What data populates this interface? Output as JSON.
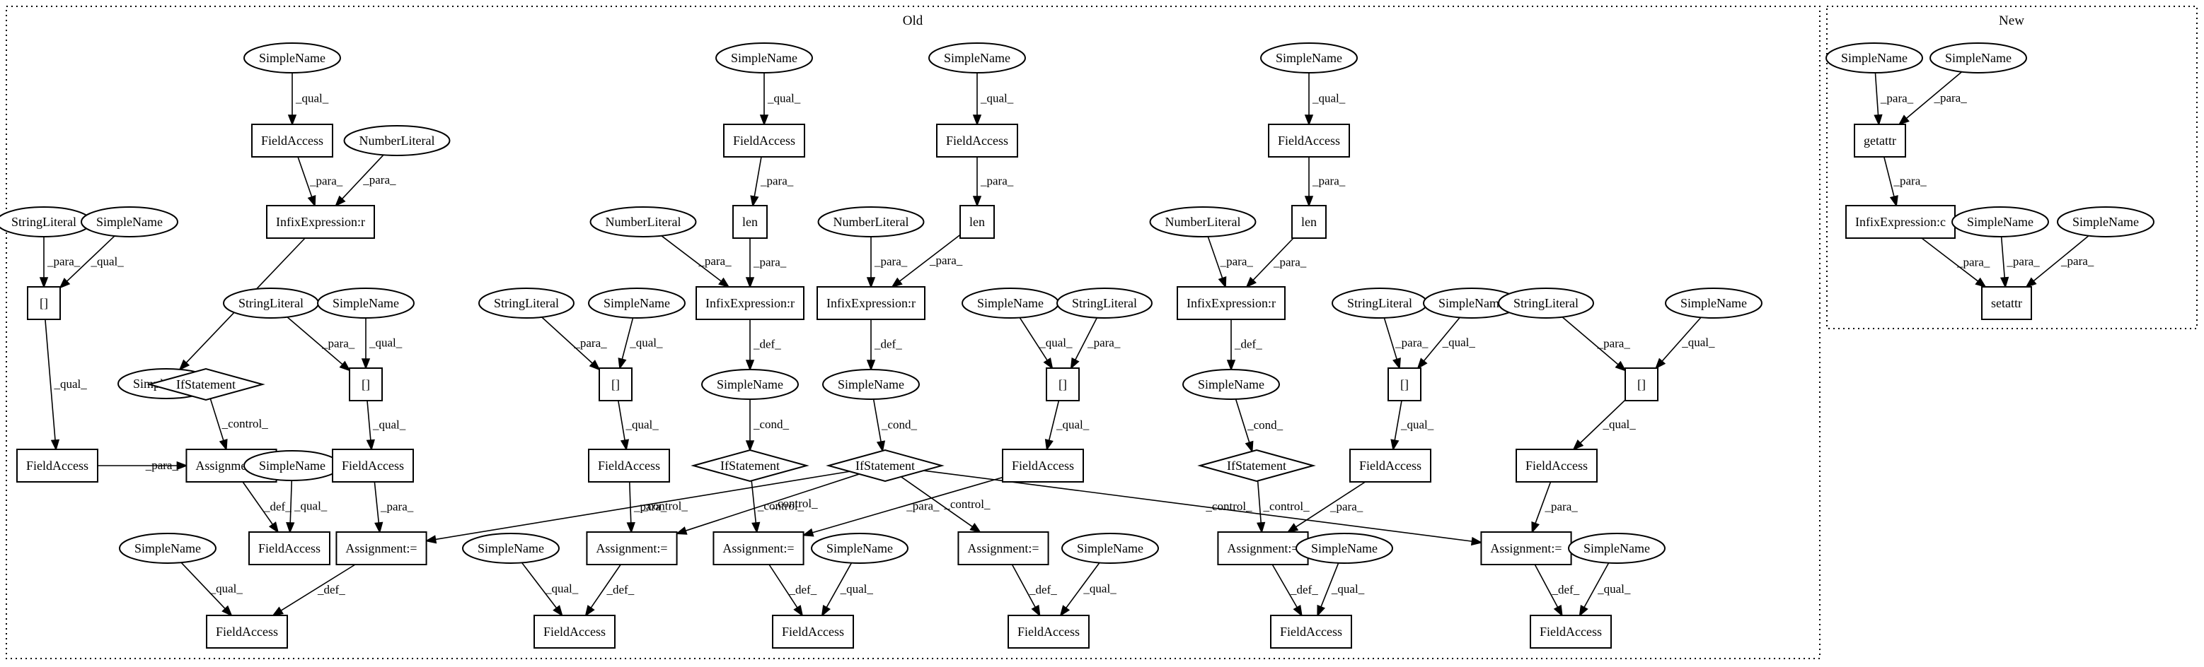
{
  "clusters": [
    {
      "id": "old",
      "title": "Old"
    },
    {
      "id": "new",
      "title": "New"
    }
  ],
  "nodes": [
    {
      "id": "o_sn1",
      "label": "SimpleName",
      "shape": "ellipse"
    },
    {
      "id": "o_fa1",
      "label": "FieldAccess",
      "shape": "box"
    },
    {
      "id": "o_nl1",
      "label": "NumberLiteral",
      "shape": "ellipse"
    },
    {
      "id": "o_ie1",
      "label": "InfixExpression:r",
      "shape": "box"
    },
    {
      "id": "o_sl1",
      "label": "StringLiteral",
      "shape": "ellipse"
    },
    {
      "id": "o_sn2",
      "label": "SimpleName",
      "shape": "ellipse"
    },
    {
      "id": "o_br1",
      "label": "[]",
      "shape": "box"
    },
    {
      "id": "o_sn3",
      "label": "SimpleName",
      "shape": "ellipse"
    },
    {
      "id": "o_if1",
      "label": "IfStatement",
      "shape": "diamond"
    },
    {
      "id": "o_fa2",
      "label": "FieldAccess",
      "shape": "box"
    },
    {
      "id": "o_as1",
      "label": "Assignment:=",
      "shape": "box"
    },
    {
      "id": "o_sn4",
      "label": "SimpleName",
      "shape": "ellipse"
    },
    {
      "id": "o_fa3",
      "label": "FieldAccess",
      "shape": "box"
    },
    {
      "id": "o_sl2",
      "label": "StringLiteral",
      "shape": "ellipse"
    },
    {
      "id": "o_sn5",
      "label": "SimpleName",
      "shape": "ellipse"
    },
    {
      "id": "o_br2",
      "label": "[]",
      "shape": "box"
    },
    {
      "id": "o_fa4",
      "label": "FieldAccess",
      "shape": "box"
    },
    {
      "id": "o_as2",
      "label": "Assignment:=",
      "shape": "box"
    },
    {
      "id": "o_sn6",
      "label": "SimpleName",
      "shape": "ellipse"
    },
    {
      "id": "o_fa5",
      "label": "FieldAccess",
      "shape": "box"
    },
    {
      "id": "o_sn7",
      "label": "SimpleName",
      "shape": "ellipse"
    },
    {
      "id": "o_fa6",
      "label": "FieldAccess",
      "shape": "box"
    },
    {
      "id": "o_len1",
      "label": "len",
      "shape": "box"
    },
    {
      "id": "o_nl2",
      "label": "NumberLiteral",
      "shape": "ellipse"
    },
    {
      "id": "o_ie2",
      "label": "InfixExpression:r",
      "shape": "box"
    },
    {
      "id": "o_sl3",
      "label": "StringLiteral",
      "shape": "ellipse"
    },
    {
      "id": "o_sn8",
      "label": "SimpleName",
      "shape": "ellipse"
    },
    {
      "id": "o_br3",
      "label": "[]",
      "shape": "box"
    },
    {
      "id": "o_sn9",
      "label": "SimpleName",
      "shape": "ellipse"
    },
    {
      "id": "o_if2",
      "label": "IfStatement",
      "shape": "diamond"
    },
    {
      "id": "o_fa7",
      "label": "FieldAccess",
      "shape": "box"
    },
    {
      "id": "o_as3",
      "label": "Assignment:=",
      "shape": "box"
    },
    {
      "id": "o_sn10",
      "label": "SimpleName",
      "shape": "ellipse"
    },
    {
      "id": "o_fa8",
      "label": "FieldAccess",
      "shape": "box"
    },
    {
      "id": "o_sn11",
      "label": "SimpleName",
      "shape": "ellipse"
    },
    {
      "id": "o_fa9",
      "label": "FieldAccess",
      "shape": "box"
    },
    {
      "id": "o_len2",
      "label": "len",
      "shape": "box"
    },
    {
      "id": "o_nl3",
      "label": "NumberLiteral",
      "shape": "ellipse"
    },
    {
      "id": "o_ie3",
      "label": "InfixExpression:r",
      "shape": "box"
    },
    {
      "id": "o_sn12",
      "label": "SimpleName",
      "shape": "ellipse"
    },
    {
      "id": "o_if3",
      "label": "IfStatement",
      "shape": "diamond"
    },
    {
      "id": "o_as4",
      "label": "Assignment:=",
      "shape": "box"
    },
    {
      "id": "o_sn13",
      "label": "SimpleName",
      "shape": "ellipse"
    },
    {
      "id": "o_fa10",
      "label": "FieldAccess",
      "shape": "box"
    },
    {
      "id": "o_as5",
      "label": "Assignment:=",
      "shape": "box"
    },
    {
      "id": "o_sn14",
      "label": "SimpleName",
      "shape": "ellipse"
    },
    {
      "id": "o_fa11",
      "label": "FieldAccess",
      "shape": "box"
    },
    {
      "id": "o_sn15",
      "label": "SimpleName",
      "shape": "ellipse"
    },
    {
      "id": "o_sl4",
      "label": "StringLiteral",
      "shape": "ellipse"
    },
    {
      "id": "o_br4",
      "label": "[]",
      "shape": "box"
    },
    {
      "id": "o_fa12",
      "label": "FieldAccess",
      "shape": "box"
    },
    {
      "id": "o_sn16",
      "label": "SimpleName",
      "shape": "ellipse"
    },
    {
      "id": "o_fa13",
      "label": "FieldAccess",
      "shape": "box"
    },
    {
      "id": "o_len3",
      "label": "len",
      "shape": "box"
    },
    {
      "id": "o_nl4",
      "label": "NumberLiteral",
      "shape": "ellipse"
    },
    {
      "id": "o_ie4",
      "label": "InfixExpression:r",
      "shape": "box"
    },
    {
      "id": "o_sn17",
      "label": "SimpleName",
      "shape": "ellipse"
    },
    {
      "id": "o_if4",
      "label": "IfStatement",
      "shape": "diamond"
    },
    {
      "id": "o_as6",
      "label": "Assignment:=",
      "shape": "box"
    },
    {
      "id": "o_sn18",
      "label": "SimpleName",
      "shape": "ellipse"
    },
    {
      "id": "o_fa14",
      "label": "FieldAccess",
      "shape": "box"
    },
    {
      "id": "o_sl5",
      "label": "StringLiteral",
      "shape": "ellipse"
    },
    {
      "id": "o_sn19",
      "label": "SimpleName",
      "shape": "ellipse"
    },
    {
      "id": "o_br5",
      "label": "[]",
      "shape": "box"
    },
    {
      "id": "o_fa15",
      "label": "FieldAccess",
      "shape": "box"
    },
    {
      "id": "o_sl6",
      "label": "StringLiteral",
      "shape": "ellipse"
    },
    {
      "id": "o_sn20",
      "label": "SimpleName",
      "shape": "ellipse"
    },
    {
      "id": "o_br6",
      "label": "[]",
      "shape": "box"
    },
    {
      "id": "o_fa16",
      "label": "FieldAccess",
      "shape": "box"
    },
    {
      "id": "o_as7",
      "label": "Assignment:=",
      "shape": "box"
    },
    {
      "id": "o_sn21",
      "label": "SimpleName",
      "shape": "ellipse"
    },
    {
      "id": "o_fa17",
      "label": "FieldAccess",
      "shape": "box"
    },
    {
      "id": "n_sn1",
      "label": "SimpleName",
      "shape": "ellipse"
    },
    {
      "id": "n_sn2",
      "label": "SimpleName",
      "shape": "ellipse"
    },
    {
      "id": "n_ga",
      "label": "getattr",
      "shape": "box"
    },
    {
      "id": "n_ie",
      "label": "InfixExpression:c",
      "shape": "box"
    },
    {
      "id": "n_sn3",
      "label": "SimpleName",
      "shape": "ellipse"
    },
    {
      "id": "n_sn4",
      "label": "SimpleName",
      "shape": "ellipse"
    },
    {
      "id": "n_sa",
      "label": "setattr",
      "shape": "box"
    }
  ],
  "edges": [
    {
      "from": "o_sn1",
      "to": "o_fa1",
      "label": "_qual_"
    },
    {
      "from": "o_fa1",
      "to": "o_ie1",
      "label": "_para_"
    },
    {
      "from": "o_nl1",
      "to": "o_ie1",
      "label": "_para_"
    },
    {
      "from": "o_ie1",
      "to": "o_sn3",
      "label": "_def_"
    },
    {
      "from": "o_sl1",
      "to": "o_br1",
      "label": "_para_"
    },
    {
      "from": "o_sn2",
      "to": "o_br1",
      "label": "_qual_"
    },
    {
      "from": "o_br1",
      "to": "o_fa2",
      "label": "_qual_"
    },
    {
      "from": "o_sn3",
      "to": "o_if1",
      "label": "_cond_"
    },
    {
      "from": "o_fa2",
      "to": "o_as1",
      "label": "_para_"
    },
    {
      "from": "o_if1",
      "to": "o_as1",
      "label": "_control_"
    },
    {
      "from": "o_as1",
      "to": "o_fa3",
      "label": "_def_"
    },
    {
      "from": "o_sn4",
      "to": "o_fa3",
      "label": "_qual_"
    },
    {
      "from": "o_sl2",
      "to": "o_br2",
      "label": "_para_"
    },
    {
      "from": "o_sn5",
      "to": "o_br2",
      "label": "_qual_"
    },
    {
      "from": "o_br2",
      "to": "o_fa4",
      "label": "_qual_"
    },
    {
      "from": "o_fa4",
      "to": "o_as2",
      "label": "_para_"
    },
    {
      "from": "o_as2",
      "to": "o_fa5",
      "label": "_def_"
    },
    {
      "from": "o_sn6",
      "to": "o_fa5",
      "label": "_qual_"
    },
    {
      "from": "o_sn7",
      "to": "o_fa6",
      "label": "_qual_"
    },
    {
      "from": "o_fa6",
      "to": "o_len1",
      "label": "_para_"
    },
    {
      "from": "o_nl2",
      "to": "o_ie2",
      "label": "_para_"
    },
    {
      "from": "o_len1",
      "to": "o_ie2",
      "label": "_para_"
    },
    {
      "from": "o_ie2",
      "to": "o_sn9",
      "label": "_def_"
    },
    {
      "from": "o_sl3",
      "to": "o_br3",
      "label": "_para_"
    },
    {
      "from": "o_sn8",
      "to": "o_br3",
      "label": "_qual_"
    },
    {
      "from": "o_br3",
      "to": "o_fa7",
      "label": "_qual_"
    },
    {
      "from": "o_sn9",
      "to": "o_if2",
      "label": "_cond_"
    },
    {
      "from": "o_fa7",
      "to": "o_as3",
      "label": "_para_"
    },
    {
      "from": "o_as3",
      "to": "o_fa8",
      "label": "_def_"
    },
    {
      "from": "o_sn10",
      "to": "o_fa8",
      "label": "_qual_"
    },
    {
      "from": "o_if2",
      "to": "o_as4",
      "label": "_control_"
    },
    {
      "from": "o_sn11",
      "to": "o_fa9",
      "label": "_qual_"
    },
    {
      "from": "o_fa9",
      "to": "o_len2",
      "label": "_para_"
    },
    {
      "from": "o_nl3",
      "to": "o_ie3",
      "label": "_para_"
    },
    {
      "from": "o_len2",
      "to": "o_ie3",
      "label": "_para_"
    },
    {
      "from": "o_ie3",
      "to": "o_sn12",
      "label": "_def_"
    },
    {
      "from": "o_sn12",
      "to": "o_if3",
      "label": "_cond_"
    },
    {
      "from": "o_if3",
      "to": "o_as2",
      "label": "_control_"
    },
    {
      "from": "o_if3",
      "to": "o_as3",
      "label": "_control_"
    },
    {
      "from": "o_if3",
      "to": "o_as5",
      "label": "_control_"
    },
    {
      "from": "o_if3",
      "to": "o_as7",
      "label": "_control_"
    },
    {
      "from": "o_as4",
      "to": "o_fa10",
      "label": "_def_"
    },
    {
      "from": "o_sn13",
      "to": "o_fa10",
      "label": "_qual_"
    },
    {
      "from": "o_as5",
      "to": "o_fa11",
      "label": "_def_"
    },
    {
      "from": "o_sn14",
      "to": "o_fa11",
      "label": "_qual_"
    },
    {
      "from": "o_sn15",
      "to": "o_br4",
      "label": "_qual_"
    },
    {
      "from": "o_sl4",
      "to": "o_br4",
      "label": "_para_"
    },
    {
      "from": "o_br4",
      "to": "o_fa12",
      "label": "_qual_"
    },
    {
      "from": "o_fa12",
      "to": "o_as4",
      "label": "_para_"
    },
    {
      "from": "o_sn16",
      "to": "o_fa13",
      "label": "_qual_"
    },
    {
      "from": "o_fa13",
      "to": "o_len3",
      "label": "_para_"
    },
    {
      "from": "o_nl4",
      "to": "o_ie4",
      "label": "_para_"
    },
    {
      "from": "o_len3",
      "to": "o_ie4",
      "label": "_para_"
    },
    {
      "from": "o_ie4",
      "to": "o_sn17",
      "label": "_def_"
    },
    {
      "from": "o_sn17",
      "to": "o_if4",
      "label": "_cond_"
    },
    {
      "from": "o_if4",
      "to": "o_as6",
      "label": "_control_"
    },
    {
      "from": "o_as6",
      "to": "o_fa14",
      "label": "_def_"
    },
    {
      "from": "o_sn18",
      "to": "o_fa14",
      "label": "_qual_"
    },
    {
      "from": "o_sl5",
      "to": "o_br5",
      "label": "_para_"
    },
    {
      "from": "o_sn19",
      "to": "o_br5",
      "label": "_qual_"
    },
    {
      "from": "o_br5",
      "to": "o_fa15",
      "label": "_qual_"
    },
    {
      "from": "o_fa15",
      "to": "o_as6",
      "label": "_para_"
    },
    {
      "from": "o_sl6",
      "to": "o_br6",
      "label": "_para_"
    },
    {
      "from": "o_sn20",
      "to": "o_br6",
      "label": "_qual_"
    },
    {
      "from": "o_br6",
      "to": "o_fa16",
      "label": "_qual_"
    },
    {
      "from": "o_fa16",
      "to": "o_as7",
      "label": "_para_"
    },
    {
      "from": "o_as7",
      "to": "o_fa17",
      "label": "_def_"
    },
    {
      "from": "o_sn21",
      "to": "o_fa17",
      "label": "_qual_"
    },
    {
      "from": "n_sn1",
      "to": "n_ga",
      "label": "_para_"
    },
    {
      "from": "n_sn2",
      "to": "n_ga",
      "label": "_para_"
    },
    {
      "from": "n_ga",
      "to": "n_ie",
      "label": "_para_"
    },
    {
      "from": "n_ie",
      "to": "n_sa",
      "label": "_para_"
    },
    {
      "from": "n_sn3",
      "to": "n_sa",
      "label": "_para_"
    },
    {
      "from": "n_sn4",
      "to": "n_sa",
      "label": "_para_"
    }
  ]
}
